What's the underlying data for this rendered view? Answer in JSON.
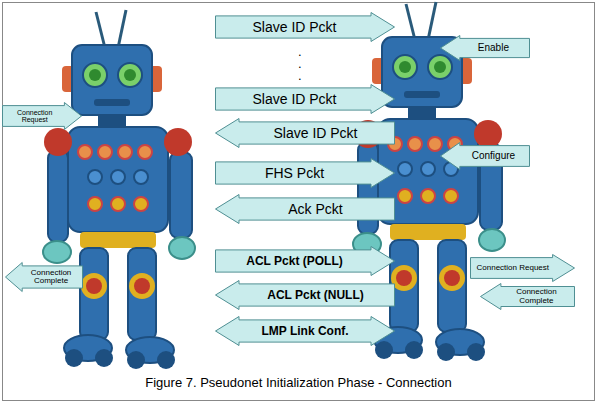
{
  "diagram": {
    "caption": "Figure 7. Pseudonet Initialization Phase - Connection",
    "nodes": [
      {
        "text": [
          "Slave ID Pckt"
        ]
      },
      {
        "text": [
          "Enable"
        ]
      },
      {
        "text": [
          "Slave ID Pckt"
        ]
      },
      {
        "text": [
          "Connection Request"
        ]
      },
      {
        "text": [
          "Slave ID Pckt"
        ]
      },
      {
        "text": [
          "Configure"
        ]
      },
      {
        "text": [
          "FHS Pckt"
        ]
      },
      {
        "text": [
          "Ack Pckt"
        ]
      },
      {
        "text": [
          "ACL Pckt (POLL)"
        ]
      },
      {
        "text": [
          "Connection Request"
        ]
      },
      {
        "text": [
          "Connection Complete"
        ]
      },
      {
        "text": [
          "ACL Pckt (NULL)"
        ]
      },
      {
        "text": [
          "Connection Complete"
        ]
      },
      {
        "text": [
          "LMP Link Conf."
        ]
      }
    ],
    "labels": [
      ".",
      ".",
      "."
    ]
  }
}
